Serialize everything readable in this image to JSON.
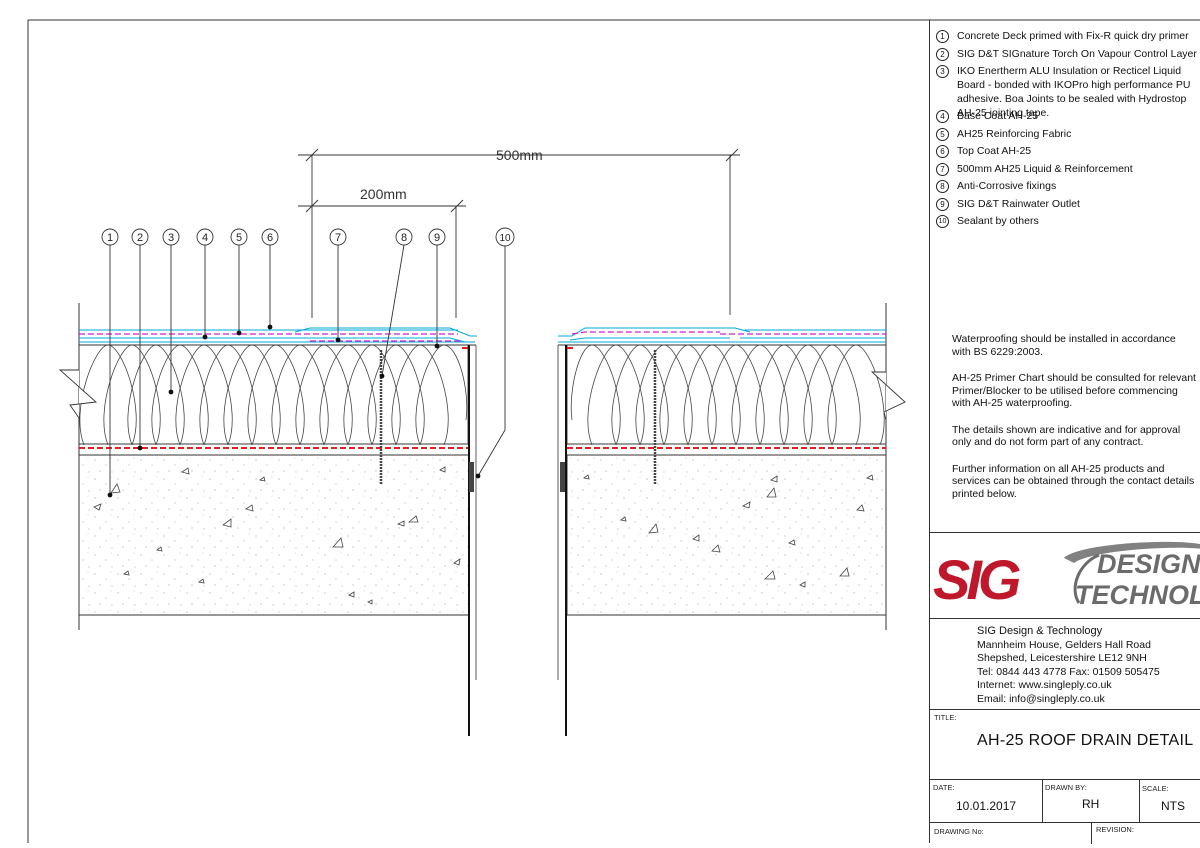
{
  "drawing": {
    "dimensions": {
      "d500": "500mm",
      "d200": "200mm"
    },
    "callouts": [
      "1",
      "2",
      "3",
      "4",
      "5",
      "6",
      "7",
      "8",
      "9",
      "10"
    ]
  },
  "key": [
    {
      "num": "1",
      "text": "Concrete Deck primed with Fix-R quick dry primer"
    },
    {
      "num": "2",
      "text": "SIG D&T SIGnature Torch On Vapour Control Layer"
    },
    {
      "num": "3",
      "text": "IKO Enertherm ALU Insulation or Recticel Liquid Board - bonded with IKOPro high performance PU adhesive. Boa Joints to be sealed with Hydrostop AH-25 jointing tape."
    },
    {
      "num": "4",
      "text": "Base Coat AH-25"
    },
    {
      "num": "5",
      "text": "AH25 Reinforcing Fabric"
    },
    {
      "num": "6",
      "text": "Top Coat AH-25"
    },
    {
      "num": "7",
      "text": "500mm AH25 Liquid & Reinforcement"
    },
    {
      "num": "8",
      "text": "Anti-Corrosive fixings"
    },
    {
      "num": "9",
      "text": "SIG D&T Rainwater Outlet"
    },
    {
      "num": "10",
      "text": "Sealant by others"
    }
  ],
  "notes": [
    "Waterproofing should be installed in accordance with BS 6229:2003.",
    "AH-25 Primer Chart should be consulted for relevant Primer/Blocker to be utilised before commencing with AH-25 waterproofing.",
    "The details shown are indicative and for approval only and do not form part of any contract.",
    "Further information on all AH-25 products and services  can be obtained through the contact details printed below."
  ],
  "logo": {
    "sig": "SIG",
    "line1": "DESIGN",
    "line2": "TECHNOLOG",
    "colors": {
      "red": "#c0182b",
      "grey": "#6b6b6b"
    }
  },
  "company": {
    "name": "SIG Design & Technology",
    "address1": "Mannheim House, Gelders Hall Road",
    "address2": "Shepshed, Leicestershire LE12 9NH",
    "phone": "Tel: 0844 443 4778 Fax: 01509 505475",
    "internet": "Internet: www.singleply.co.uk",
    "email": "Email: info@singleply.co.uk"
  },
  "titleblock": {
    "title_label": "TITLE:",
    "title": "AH-25 ROOF DRAIN DETAIL",
    "date_label": "DATE:",
    "date": "10.01.2017",
    "drawn_label": "DRAWN BY:",
    "drawn": "RH",
    "scale_label": "SCALE:",
    "scale": "NTS",
    "drawing_no_label": "DRAWING No:",
    "revision_label": "REVISION:"
  },
  "colors": {
    "cyan": "#00a8d8",
    "magenta": "#d020d0",
    "red": "#e02020",
    "line": "#222222"
  }
}
